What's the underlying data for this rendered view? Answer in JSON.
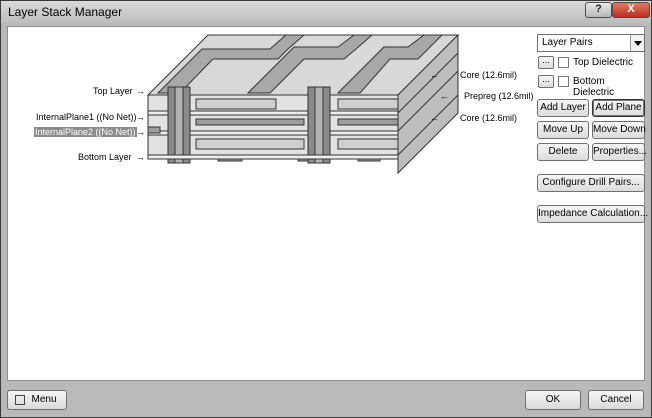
{
  "window": {
    "title": "Layer Stack Manager",
    "help_label": "?",
    "close_label": "X"
  },
  "diagram": {
    "left_labels": {
      "top_layer": "Top Layer",
      "internal_plane1": "InternalPlane1 ((No Net))",
      "internal_plane2": "InternalPlane2 ((No Net))",
      "bottom_layer": "Bottom Layer"
    },
    "right_labels": {
      "core_top": "Core (12.6mil)",
      "prepreg": "Prepreg (12.6mil)",
      "core_bottom": "Core (12.6mil)"
    },
    "arrow": "→",
    "arrow_left": "←",
    "colors": {
      "copper": "#9d9d9d",
      "dielectric": "#e0e0e0",
      "via": "#8a8a8a",
      "surface": "#c8c8c8"
    }
  },
  "panel": {
    "combo_value": "Layer Pairs",
    "ellipsis": "...",
    "top_dielectric": "Top Dielectric",
    "bottom_dielectric": "Bottom Dielectric",
    "add_layer": "Add Layer",
    "add_plane": "Add Plane",
    "move_up": "Move Up",
    "move_down": "Move Down",
    "delete": "Delete",
    "properties": "Properties...",
    "configure_drill_pairs": "Configure Drill Pairs...",
    "impedance_calculation": "Impedance Calculation..."
  },
  "footer": {
    "menu": "Menu",
    "ok": "OK",
    "cancel": "Cancel"
  }
}
